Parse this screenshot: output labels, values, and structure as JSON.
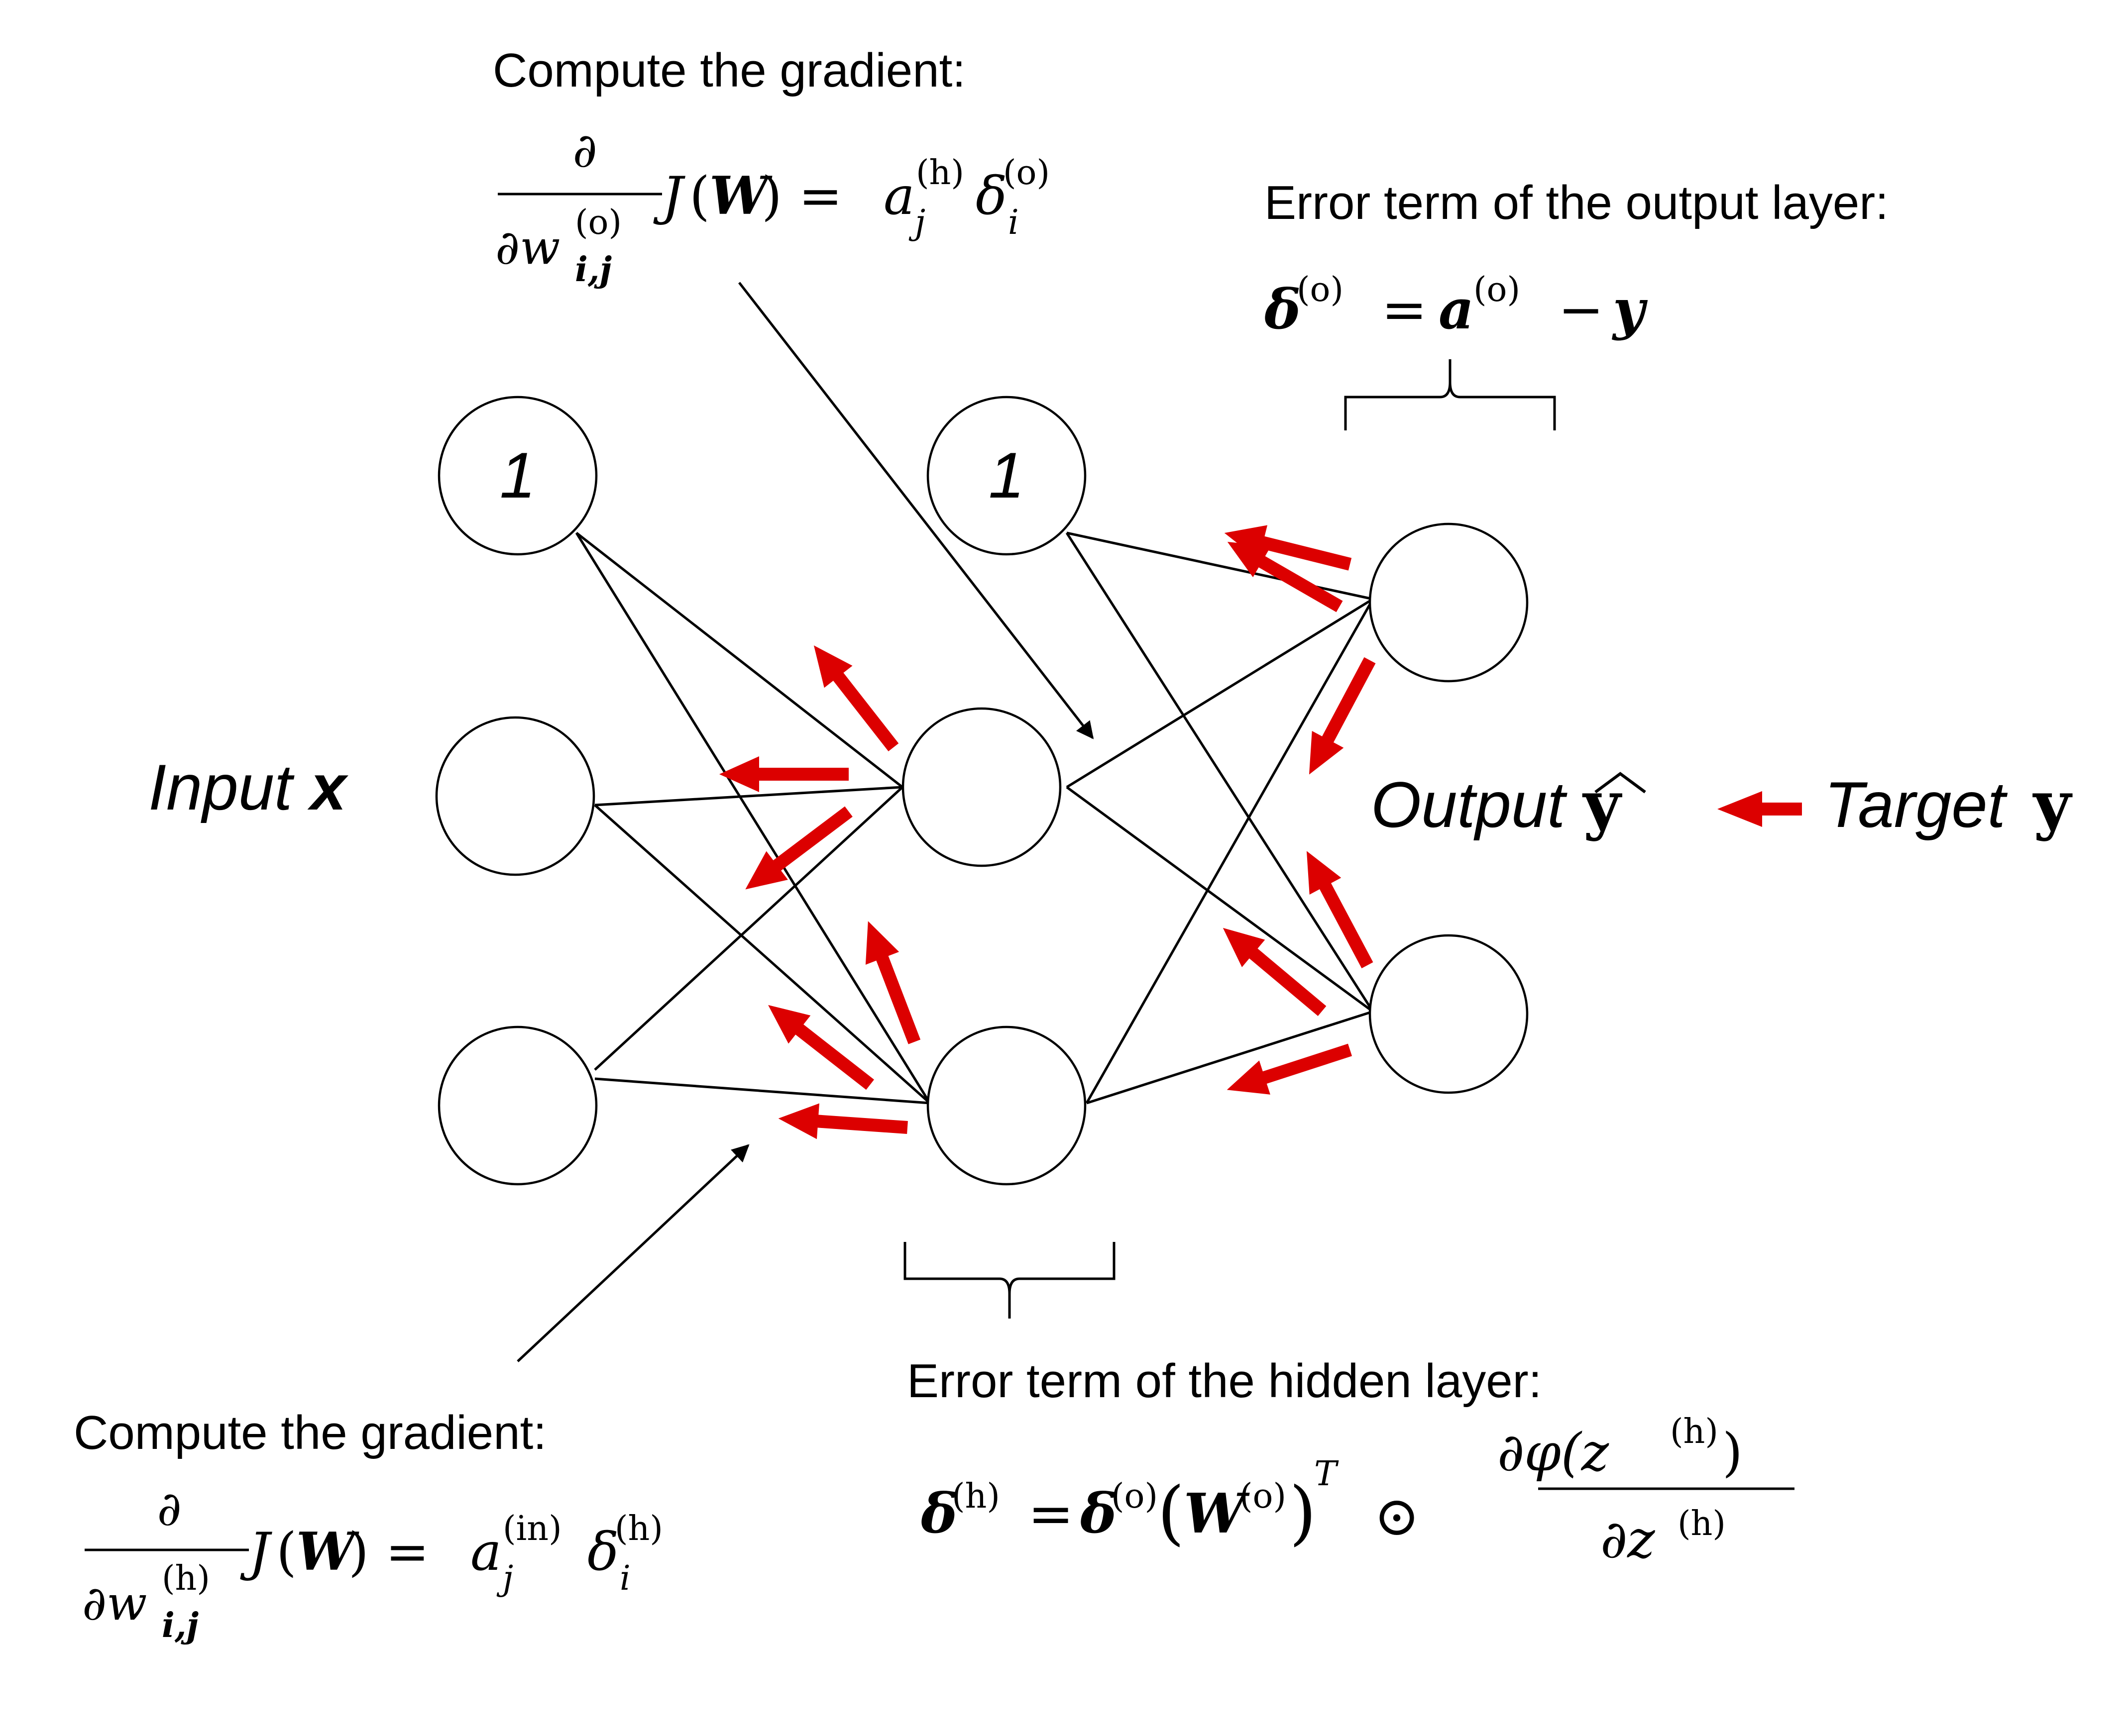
{
  "captions": {
    "top_gradient": "Compute the gradient:",
    "bottom_gradient": "Compute the gradient:",
    "output_error": "Error term of the output layer:",
    "hidden_error": "Error term of the hidden layer:"
  },
  "nodes": {
    "input_bias": "1",
    "hidden_bias": "1"
  },
  "labels": {
    "input_text": "Input ",
    "input_var": "x",
    "output_text": "Output ",
    "output_var": "y",
    "target_text": "Target ",
    "target_var": "y"
  },
  "equations": {
    "output_gradient": "∂/∂w(o)i,j J(W) = aj(h) δi(o)",
    "hidden_gradient": "∂/∂w(h)i,j J(W) = aj(in) δi(h)",
    "output_error": "δ(o) = a(o) − y",
    "hidden_error": "δ(h) = δ(o)(W(o))T ⊙ ∂φ(z(h))/∂z(h)"
  },
  "colors": {
    "arrow": "#dc0000",
    "line": "#000000"
  }
}
